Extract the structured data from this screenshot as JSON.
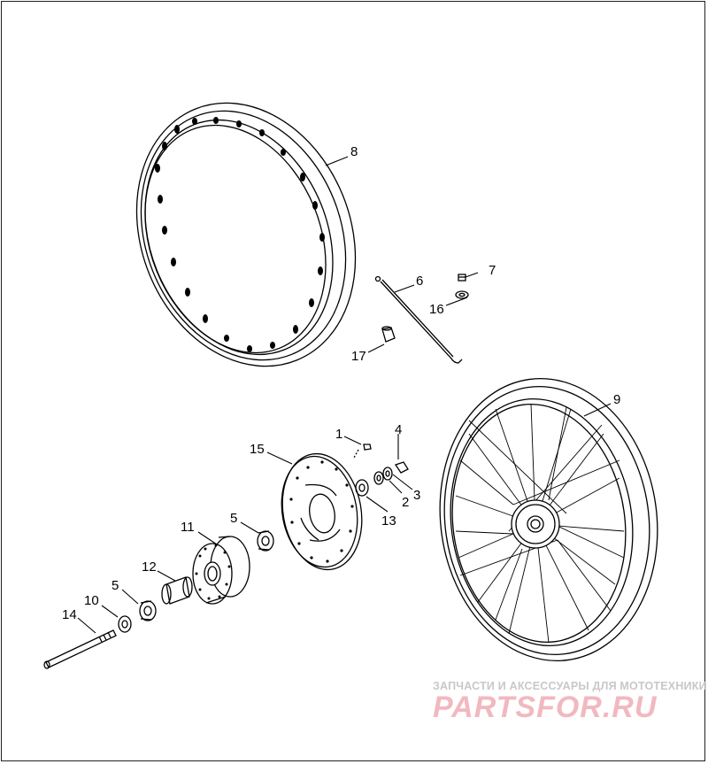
{
  "diagram": {
    "callouts": [
      "1",
      "2",
      "3",
      "4",
      "5",
      "5",
      "6",
      "7",
      "8",
      "9",
      "10",
      "11",
      "12",
      "13",
      "14",
      "15",
      "16",
      "17"
    ]
  },
  "watermark": {
    "subtitle": "ЗАПЧАСТИ И АКСЕССУАРЫ ДЛЯ МОТОТЕХНИКИ",
    "logo": "PARTSFOR.RU"
  }
}
